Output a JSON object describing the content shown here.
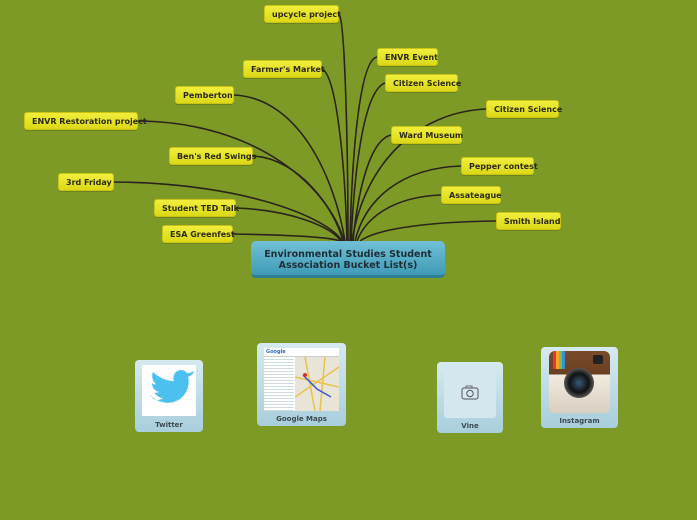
{
  "root": {
    "line1": "Environmental Studies Student",
    "line2": "Association Bucket List(s)"
  },
  "nodes": [
    {
      "label": "upcycle project"
    },
    {
      "label": "Farmer's Market"
    },
    {
      "label": "Pemberton"
    },
    {
      "label": "ENVR Restoration project"
    },
    {
      "label": "Ben's Red Swings"
    },
    {
      "label": "3rd Friday"
    },
    {
      "label": "Student TED Talk"
    },
    {
      "label": "ESA Greenfest"
    },
    {
      "label": "ENVR Event"
    },
    {
      "label": "Citizen Science"
    },
    {
      "label": "Citizen Science"
    },
    {
      "label": "Ward Museum"
    },
    {
      "label": "Pepper contest"
    },
    {
      "label": "Assateague"
    },
    {
      "label": "Smith Island"
    }
  ],
  "cards": [
    {
      "label": "Twitter",
      "icon": "twitter-bird-icon"
    },
    {
      "label": "Google Maps",
      "icon": "map-thumbnail"
    },
    {
      "label": "Vine",
      "icon": "camera-icon"
    },
    {
      "label": "Instagram",
      "icon": "instagram-camera-icon"
    }
  ],
  "colors": {
    "background": "#7e9a26",
    "node": "#e6e22a",
    "root": "#4aa6c1",
    "line": "#2a2a1e"
  }
}
